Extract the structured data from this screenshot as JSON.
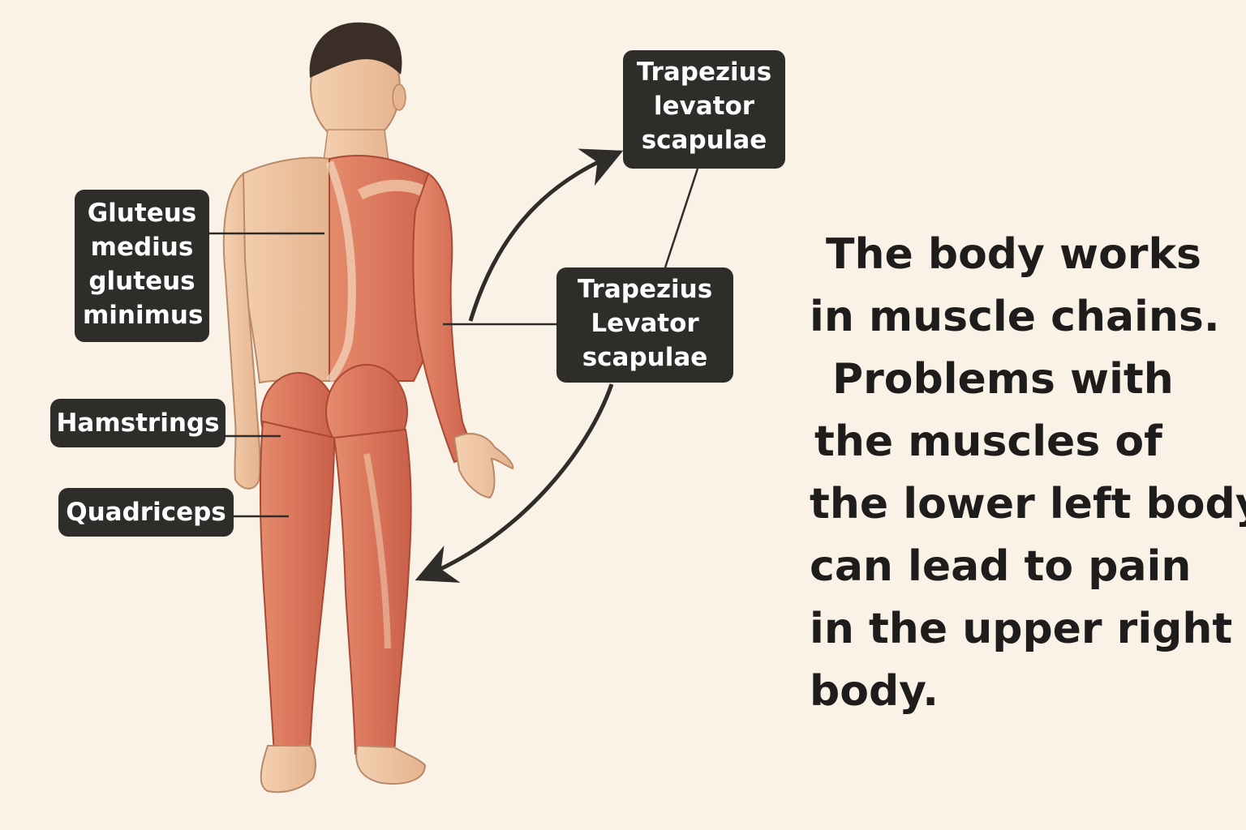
{
  "labels": {
    "glute": [
      "Gluteus",
      "medius",
      "gluteus",
      "minimus"
    ],
    "hamstrings": "Hamstrings",
    "quadriceps": "Quadriceps",
    "trapezius_top": [
      "Trapezius",
      "levator",
      "scapulae"
    ],
    "trapezius_mid": [
      "Trapezius",
      "Levator",
      "scapulae"
    ]
  },
  "explanation": [
    "The body works",
    "in muscle chains.",
    "Problems with",
    "the muscles of",
    "the lower left body",
    "can lead to pain",
    "in the upper right",
    "body."
  ],
  "colors": {
    "background": "#faf2e7",
    "label_bg": "#2f2d2a",
    "skin": "#eec3a0",
    "muscle": "#d9745a",
    "hair": "#3a2e26",
    "arrow": "#2f2d2a"
  }
}
